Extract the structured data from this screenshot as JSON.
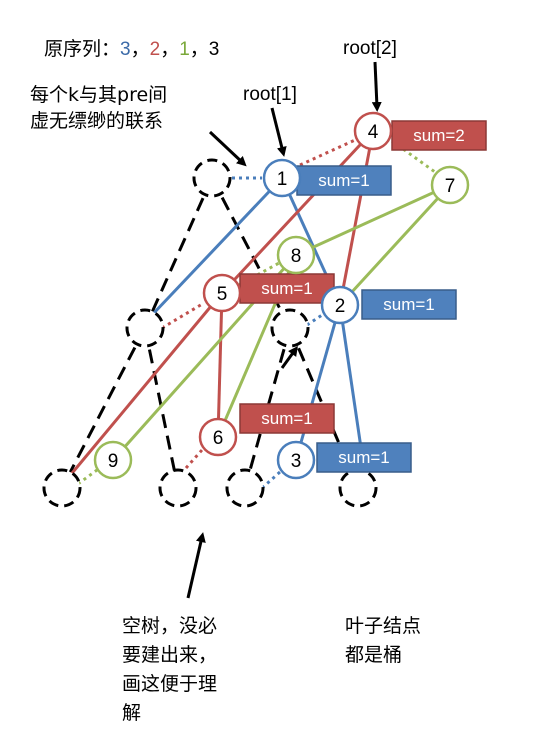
{
  "sequence": {
    "label": "原序列：",
    "items": [
      {
        "text": "3",
        "color": "#3b6aa8"
      },
      {
        "text": "，",
        "color": "#000000"
      },
      {
        "text": "2",
        "color": "#c0504d"
      },
      {
        "text": "，",
        "color": "#000000"
      },
      {
        "text": "1",
        "color": "#7aa839"
      },
      {
        "text": "，",
        "color": "#000000"
      },
      {
        "text": "3",
        "color": "#000000"
      }
    ]
  },
  "annotations": {
    "virtual_link": [
      "每个k与其pre间",
      "虚无缥缈的联系"
    ],
    "root1": "root[1]",
    "root2": "root[2]",
    "empty_tree": [
      "空树，没必",
      "要建出来，",
      "画这便于理",
      "解"
    ],
    "leaves": [
      "叶子结点",
      "都是桶"
    ]
  },
  "colors": {
    "blue": "#4a7ebb",
    "red": "#c0504d",
    "green": "#9bbb59",
    "blue_box": "#4f81bd",
    "red_box": "#c0504d"
  },
  "nodes": [
    {
      "id": "n1",
      "label": "1",
      "color": "blue"
    },
    {
      "id": "n2",
      "label": "2",
      "color": "blue"
    },
    {
      "id": "n3",
      "label": "3",
      "color": "blue"
    },
    {
      "id": "n4",
      "label": "4",
      "color": "red"
    },
    {
      "id": "n5",
      "label": "5",
      "color": "red"
    },
    {
      "id": "n6",
      "label": "6",
      "color": "red"
    },
    {
      "id": "n7",
      "label": "7",
      "color": "green"
    },
    {
      "id": "n8",
      "label": "8",
      "color": "green"
    },
    {
      "id": "n9",
      "label": "9",
      "color": "green"
    }
  ],
  "sum_boxes": [
    {
      "id": "s1",
      "label": "sum=1",
      "color": "blue_box"
    },
    {
      "id": "s2",
      "label": "sum=1",
      "color": "blue_box"
    },
    {
      "id": "s3",
      "label": "sum=1",
      "color": "blue_box"
    },
    {
      "id": "s4",
      "label": "sum=2",
      "color": "red_box"
    },
    {
      "id": "s5",
      "label": "sum=1",
      "color": "red_box"
    },
    {
      "id": "s6",
      "label": "sum=1",
      "color": "red_box"
    }
  ]
}
